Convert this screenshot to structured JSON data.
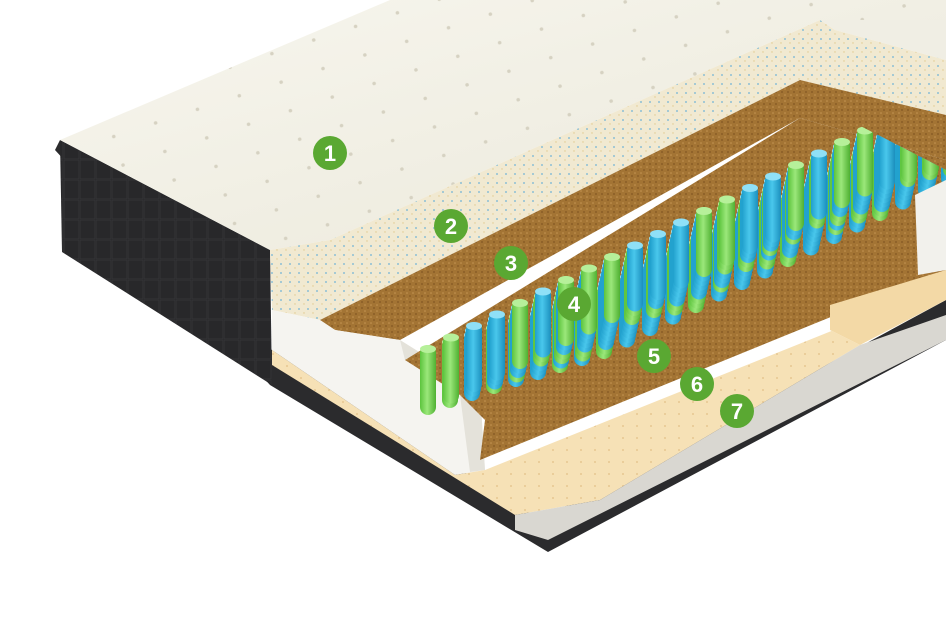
{
  "colors": {
    "marker_fill": "#5aa832",
    "marker_text": "#ffffff",
    "cover_top": "#f3f1e6",
    "cover_side": "#2b2b2d",
    "foam_layer": "#efe6cc",
    "coir_layer": "#a77a3a",
    "spring_blue": "#2fb8e0",
    "spring_green": "#7ed957",
    "latex_layer": "#f4ddb0",
    "base_layer": "#d8d6d0"
  },
  "markers": [
    {
      "label": "1"
    },
    {
      "label": "2"
    },
    {
      "label": "3"
    },
    {
      "label": "4"
    },
    {
      "label": "5"
    },
    {
      "label": "6"
    },
    {
      "label": "7"
    }
  ]
}
